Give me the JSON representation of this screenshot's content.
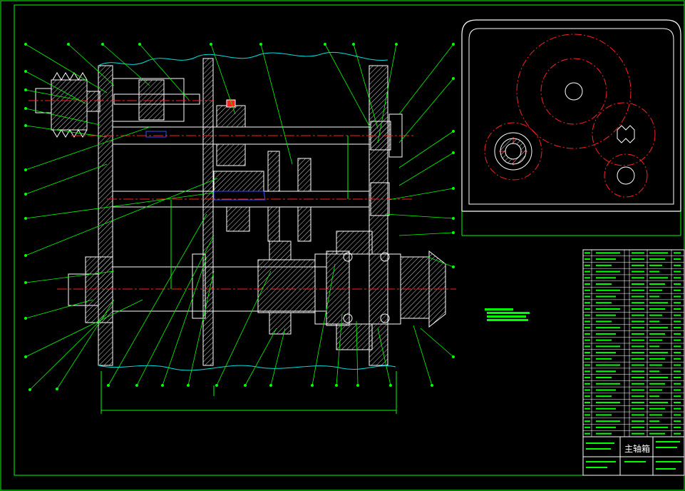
{
  "app": {
    "title": "主轴箱"
  },
  "colors": {
    "background": "#000000",
    "border": "#00ff00",
    "outline": "#ffffff",
    "section": "#ffffff",
    "hatch": "#d0d0d0",
    "gear_center": "#ff2020",
    "axis": "#ff2020",
    "dimension": "#00ff00",
    "leader": "#00ff00",
    "break_line": "#00e0e0",
    "highlight": "#3050ff",
    "tech_note": "#00ff00"
  },
  "title_block": {
    "drawing_name": "主轴箱",
    "parts_row_count": 30
  },
  "icons": {
    "leader_marker": "small-circle-icon"
  }
}
